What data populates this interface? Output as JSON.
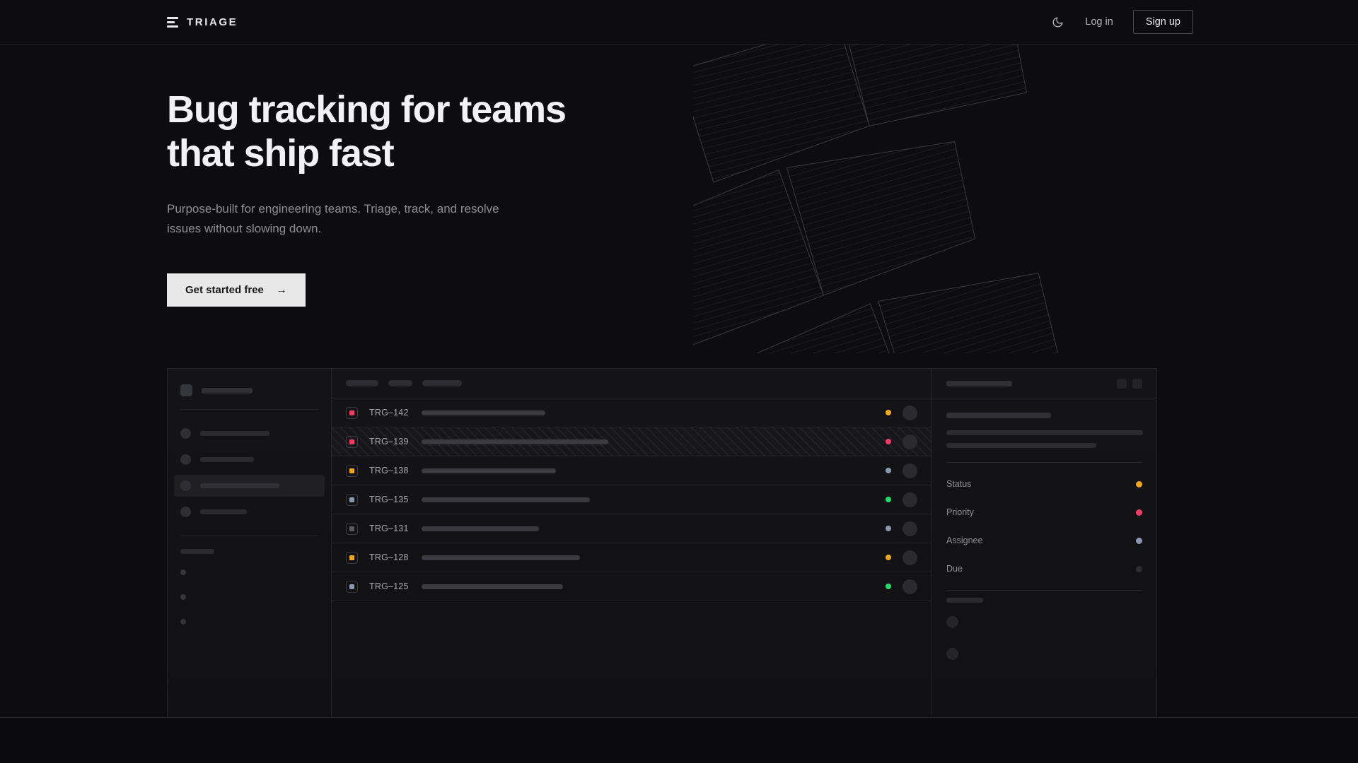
{
  "header": {
    "logo_icon": "stacked-bars-logo-icon",
    "brand": "TRIAGE",
    "theme_toggle_icon": "moon-icon",
    "login_label": "Log in",
    "signup_label": "Sign up"
  },
  "hero": {
    "heading_line1": "Bug tracking for teams",
    "heading_line2": "that ship fast",
    "subtext": "Purpose-built for engineering teams. Triage, track, and resolve issues without slowing down.",
    "cta_label": "Get started free",
    "cta_arrow": "→"
  },
  "colors": {
    "page_bg": "#0d0d0f",
    "accent_amber": "#f0a81e",
    "accent_pink": "#f03a68",
    "accent_green": "#22dd6e",
    "accent_slate": "#8c98ad",
    "accent_muted": "#5a5a62",
    "cta_bg": "#e8e8e8",
    "border": "#262629"
  },
  "mockup": {
    "sidebar": {
      "workspace_placeholder": "workspace-skeleton",
      "nav_items": [
        {
          "name": "nav-item-1",
          "active": false,
          "width": 98
        },
        {
          "name": "nav-item-2",
          "active": false,
          "width": 76
        },
        {
          "name": "nav-item-3",
          "active": true,
          "width": 112
        },
        {
          "name": "nav-item-4",
          "active": false,
          "width": 66
        }
      ],
      "section_label_width": 48,
      "sub_dots": 3
    },
    "toolbar": {
      "filters": [
        {
          "name": "filter-chip-1",
          "width": 46
        },
        {
          "name": "filter-chip-2",
          "width": 34
        },
        {
          "name": "filter-chip-3",
          "width": 56
        }
      ]
    },
    "issue_list": {
      "rows": [
        {
          "key": "TRG–142",
          "priority_color": "#f03a68",
          "title_width": 175,
          "status_color": "#f0a81e",
          "highlighted": false
        },
        {
          "key": "TRG–139",
          "priority_color": "#f03a68",
          "title_width": 264,
          "status_color": "#f03a68",
          "highlighted": true
        },
        {
          "key": "TRG–138",
          "priority_color": "#f0a81e",
          "title_width": 190,
          "status_color": "#8c98ad",
          "highlighted": false
        },
        {
          "key": "TRG–135",
          "priority_color": "#8c98ad",
          "title_width": 238,
          "status_color": "#22dd6e",
          "highlighted": false
        },
        {
          "key": "TRG–131",
          "priority_color": "#5a5a62",
          "title_width": 166,
          "status_color": "#8c98ad",
          "highlighted": false
        },
        {
          "key": "TRG–128",
          "priority_color": "#f0a81e",
          "title_width": 224,
          "status_color": "#f0a81e",
          "highlighted": false
        },
        {
          "key": "TRG–125",
          "priority_color": "#8c98ad",
          "title_width": 200,
          "status_color": "#22dd6e",
          "highlighted": false
        }
      ]
    },
    "detail": {
      "title_placeholder": "detail-title-skeleton",
      "action_icons": [
        "detail-action-1-icon",
        "detail-action-2-icon"
      ],
      "fields": [
        {
          "label": "Status",
          "dot_color": "#f0a81e"
        },
        {
          "label": "Priority",
          "dot_color": "#f03a68"
        },
        {
          "label": "Assignee",
          "dot_color": "#8c98ad"
        },
        {
          "label": "Due",
          "dot_color": "#2e2e34"
        }
      ],
      "comments_label_width": 52,
      "comment_rows": 2
    }
  }
}
